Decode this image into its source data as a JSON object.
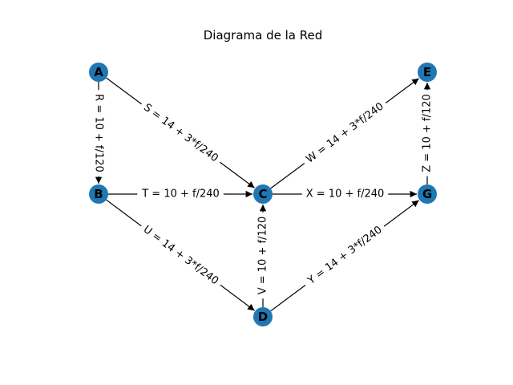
{
  "title": "Diagrama de la Red",
  "colors": {
    "node": "#1f77b4",
    "edge": "#000000",
    "background": "#ffffff"
  },
  "nodes": [
    {
      "id": "A",
      "label": "A"
    },
    {
      "id": "B",
      "label": "B"
    },
    {
      "id": "C",
      "label": "C"
    },
    {
      "id": "D",
      "label": "D"
    },
    {
      "id": "E",
      "label": "E"
    },
    {
      "id": "G",
      "label": "G"
    }
  ],
  "edges": [
    {
      "from": "A",
      "to": "B",
      "label": "R = 10 + f/120"
    },
    {
      "from": "A",
      "to": "C",
      "label": "S = 14 + 3*f/240"
    },
    {
      "from": "B",
      "to": "C",
      "label": "T = 10 + f/240"
    },
    {
      "from": "B",
      "to": "D",
      "label": "U = 14 + 3*f/240"
    },
    {
      "from": "D",
      "to": "C",
      "label": "V = 10 + f/120"
    },
    {
      "from": "C",
      "to": "E",
      "label": "W = 14 + 3*f/240"
    },
    {
      "from": "C",
      "to": "G",
      "label": "X = 10 + f/240"
    },
    {
      "from": "D",
      "to": "G",
      "label": "Y = 14 + 3*f/240"
    },
    {
      "from": "G",
      "to": "E",
      "label": "Z = 10 + f/120"
    }
  ]
}
